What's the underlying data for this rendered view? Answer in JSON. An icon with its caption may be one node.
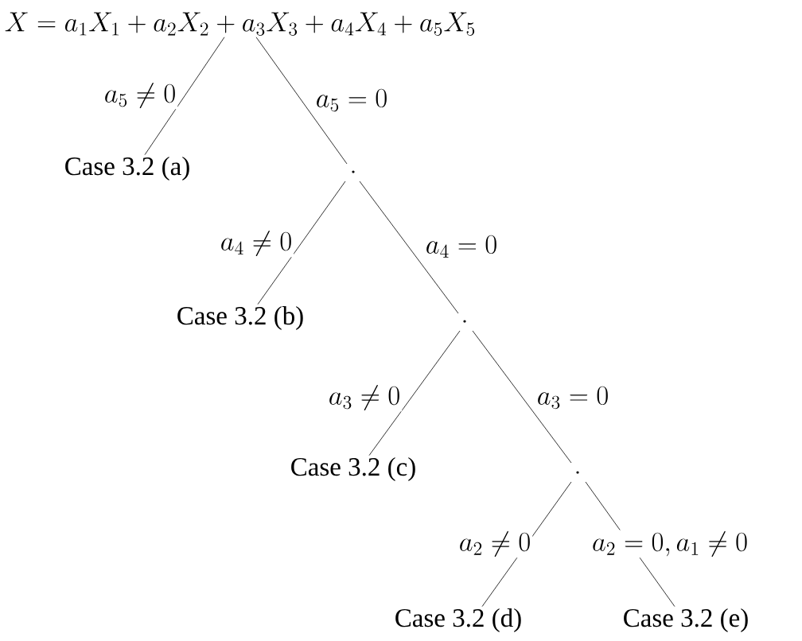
{
  "diagram": {
    "nodes": [
      {
        "text": [
          "X = a_1 X_1 + a_2 X_2 + a_3 X_3 + a_4 X_4 + a_5 X_5"
        ]
      },
      {
        "text": [
          "Case 3.2 (a)"
        ]
      },
      {
        "text": [
          "Case 3.2 (b)"
        ]
      },
      {
        "text": [
          "Case 3.2 (c)"
        ]
      },
      {
        "text": [
          "Case 3.2 (d)"
        ]
      },
      {
        "text": [
          "Case 3.2 (e)"
        ]
      },
      {
        "text": [],
        "shape": "point"
      },
      {
        "text": [],
        "shape": "point"
      },
      {
        "text": [],
        "shape": "point"
      }
    ],
    "edges": [
      {
        "from": 0,
        "to": 1,
        "arrow": "none",
        "label": "a_5 \\neq 0"
      },
      {
        "from": 0,
        "to": 6,
        "arrow": "none",
        "label": "a_5 = 0"
      },
      {
        "from": 6,
        "to": 2,
        "arrow": "none",
        "label": "a_4 \\neq 0"
      },
      {
        "from": 6,
        "to": 7,
        "arrow": "none",
        "label": "a_4 = 0"
      },
      {
        "from": 7,
        "to": 3,
        "arrow": "none",
        "label": "a_3 \\neq 0"
      },
      {
        "from": 7,
        "to": 8,
        "arrow": "none",
        "label": "a_3 = 0"
      },
      {
        "from": 8,
        "to": 4,
        "arrow": "none",
        "label": "a_2 \\neq 0"
      },
      {
        "from": 8,
        "to": 5,
        "arrow": "none",
        "label": "a_2 = 0, a_1 \\neq 0"
      }
    ]
  }
}
